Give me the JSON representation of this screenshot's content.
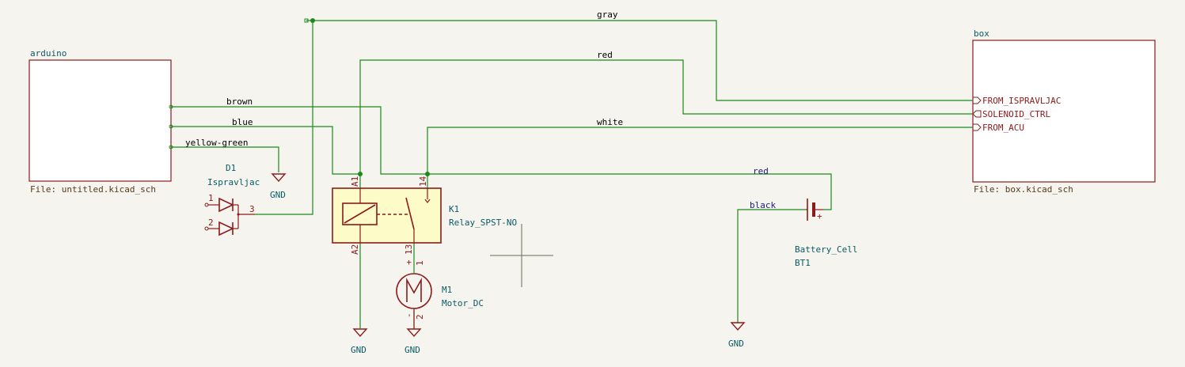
{
  "colors": {
    "background": "#f5f4ef",
    "wire": "#1a8a1a",
    "symbol": "#8c1a1a",
    "symbol_fill": "#fdfcc8",
    "sheet_fill": "#ffffff",
    "net_label": "#1a1a80",
    "junction": "#1a8a1a"
  },
  "sheets": {
    "arduino": {
      "name": "arduino",
      "file": "File: untitled.kicad_sch"
    },
    "box": {
      "name": "box",
      "file": "File: box.kicad_sch",
      "pins": [
        "FROM_ISPRAVLJAC",
        "SOLENOID_CTRL",
        "FROM_ACU"
      ]
    }
  },
  "wire_labels": {
    "gray": "gray",
    "red_top": "red",
    "brown": "brown",
    "blue": "blue",
    "white": "white",
    "yellow_green": "yellow-green"
  },
  "net_labels": {
    "red": "red",
    "black": "black"
  },
  "components": {
    "d1": {
      "ref": "D1",
      "value": "Ispravljac",
      "pins": [
        "1",
        "2",
        "3"
      ]
    },
    "k1": {
      "ref": "K1",
      "value": "Relay_SPST-NO",
      "pins": [
        "A1",
        "A2",
        "14",
        "13",
        "1",
        "+"
      ]
    },
    "m1": {
      "ref": "M1",
      "value": "Motor_DC",
      "pins": [
        "2",
        "-"
      ]
    },
    "bt1": {
      "ref": "BT1",
      "value": "Battery_Cell",
      "plus": "+"
    }
  },
  "power": {
    "gnd": "GND"
  }
}
